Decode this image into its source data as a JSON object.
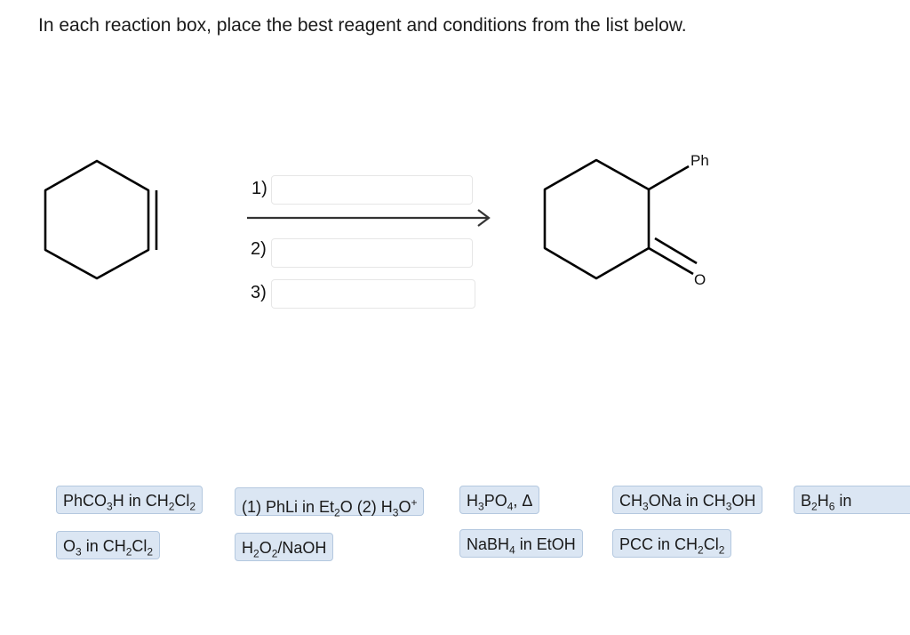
{
  "instruction": "In each reaction box, place the best reagent and conditions from the list below.",
  "steps": [
    {
      "label": "1)",
      "value": ""
    },
    {
      "label": "2)",
      "value": ""
    },
    {
      "label": "3)",
      "value": ""
    }
  ],
  "product": {
    "substituent_label": "Ph",
    "oxygen_label": "O"
  },
  "reagents": [
    {
      "id": "phco3h",
      "html": "PhCO<sub>3</sub>H in CH<sub>2</sub>Cl<sub>2</sub>"
    },
    {
      "id": "phli",
      "html": "(1) PhLi in Et<sub>2</sub>O (2) H<sub>3</sub>O<sup>+</sup>"
    },
    {
      "id": "h3po4",
      "html": "H<sub>3</sub>PO<sub>4</sub>, Δ"
    },
    {
      "id": "ch3ona",
      "html": "CH<sub>3</sub>ONa in CH<sub>3</sub>OH"
    },
    {
      "id": "b2h6",
      "html": "B<sub>2</sub>H<sub>6</sub> in"
    },
    {
      "id": "o3",
      "html": "O<sub>3</sub> in CH<sub>2</sub>Cl<sub>2</sub>"
    },
    {
      "id": "h2o2",
      "html": "H<sub>2</sub>O<sub>2</sub>/NaOH"
    },
    {
      "id": "nabh4",
      "html": "NaBH<sub>4</sub> in EtOH"
    },
    {
      "id": "pcc",
      "html": "PCC in CH<sub>2</sub>Cl<sub>2</sub>"
    }
  ],
  "colors": {
    "chip_fill": "#dbe6f3",
    "chip_border": "#b4c8df",
    "text": "#1a1a1a"
  }
}
